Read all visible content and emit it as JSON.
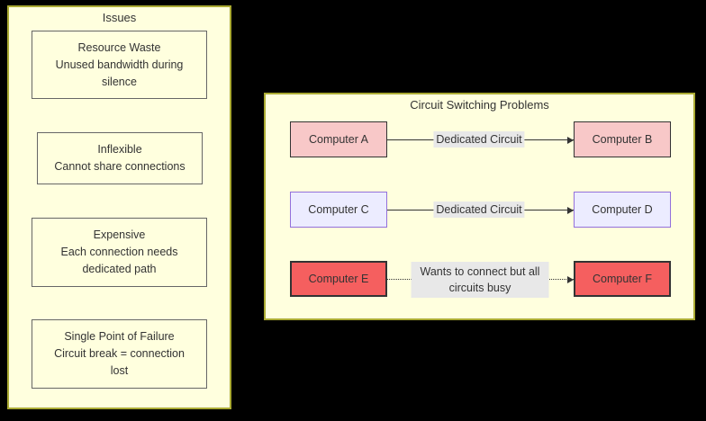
{
  "issues_panel": {
    "title": "Issues",
    "boxes": [
      {
        "lines": [
          "Resource Waste",
          "Unused bandwidth during",
          "silence"
        ]
      },
      {
        "lines": [
          "Inflexible",
          "Cannot share connections"
        ]
      },
      {
        "lines": [
          "Expensive",
          "Each connection needs",
          "dedicated path"
        ]
      },
      {
        "lines": [
          "Single Point of Failure",
          "Circuit break = connection",
          "lost"
        ]
      }
    ]
  },
  "circuit_panel": {
    "title": "Circuit Switching Problems",
    "connections": [
      {
        "from": "Computer A",
        "to": "Computer B",
        "label_lines": [
          "Dedicated Circuit"
        ],
        "line_style": "solid",
        "node_style": "pink"
      },
      {
        "from": "Computer C",
        "to": "Computer D",
        "label_lines": [
          "Dedicated Circuit"
        ],
        "line_style": "solid",
        "node_style": "lavender"
      },
      {
        "from": "Computer E",
        "to": "Computer F",
        "label_lines": [
          "Wants to connect but all",
          "circuits busy"
        ],
        "line_style": "dotted",
        "node_style": "red"
      }
    ]
  },
  "colors": {
    "canvas_bg": "#000000",
    "panel_bg": "#ffffde",
    "panel_border": "#aaaa33",
    "issue_box_border": "#666666",
    "node_pink_bg": "#f8c8c8",
    "node_lavender_bg": "#ececff",
    "node_lavender_border": "#9370db",
    "node_red_bg": "#f55f5f",
    "node_dark_border": "#333333",
    "edge_color": "#333333",
    "edge_label_bg": "#e8e8e8",
    "text_color": "#333333"
  }
}
